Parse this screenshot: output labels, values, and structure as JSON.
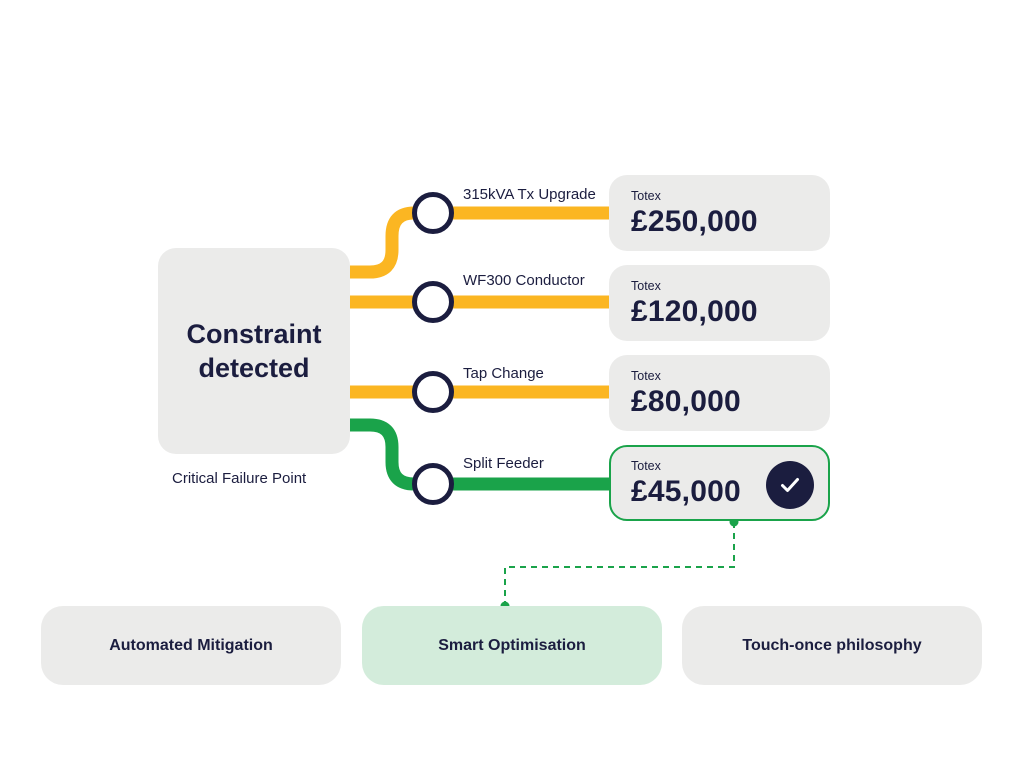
{
  "constraint": {
    "line1": "Constraint",
    "line2": "detected",
    "caption": "Critical Failure Point"
  },
  "options": [
    {
      "label": "315kVA Tx Upgrade",
      "cost_label": "Totex",
      "cost": "£250,000",
      "color": "#fbb622"
    },
    {
      "label": "WF300 Conductor",
      "cost_label": "Totex",
      "cost": "£120,000",
      "color": "#fbb622"
    },
    {
      "label": "Tap Change",
      "cost_label": "Totex",
      "cost": "£80,000",
      "color": "#fbb622"
    },
    {
      "label": "Split Feeder",
      "cost_label": "Totex",
      "cost": "£45,000",
      "color": "#1aa34a",
      "selected": true
    }
  ],
  "pillars": [
    {
      "label": "Automated Mitigation"
    },
    {
      "label": "Smart Optimisation",
      "active": true
    },
    {
      "label": "Touch-once philosophy"
    }
  ],
  "colors": {
    "navy": "#1b1d3f",
    "amber": "#fbb622",
    "green": "#1aa34a",
    "box_grey": "#ebebea",
    "pill_green": "#d3ecdb"
  }
}
